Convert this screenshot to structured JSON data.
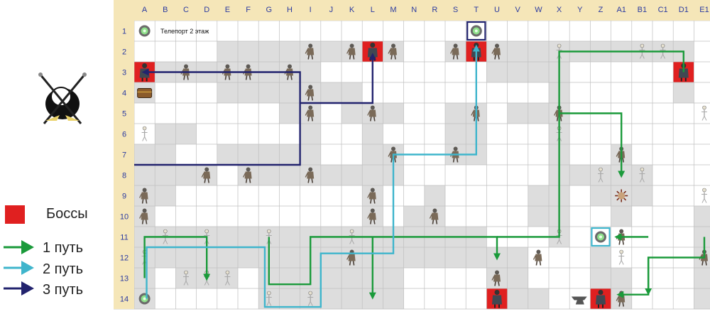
{
  "columns": [
    "A",
    "B",
    "C",
    "D",
    "E",
    "F",
    "G",
    "H",
    "I",
    "J",
    "K",
    "L",
    "M",
    "N",
    "R",
    "S",
    "T",
    "U",
    "V",
    "W",
    "X",
    "Y",
    "Z",
    "A1",
    "B1",
    "C1",
    "D1",
    "E1"
  ],
  "rows": [
    "1",
    "2",
    "3",
    "4",
    "5",
    "6",
    "7",
    "8",
    "9",
    "10",
    "11",
    "12",
    "13",
    "14"
  ],
  "teleport_note": "Телепорт 2 этаж",
  "legend": {
    "items": [
      {
        "label": "Боссы",
        "color": "#e02020",
        "kind": "box"
      },
      {
        "label": "1 путь",
        "color": "#1a9a3a",
        "kind": "arrow"
      },
      {
        "label": "2 путь",
        "color": "#3fb5cc",
        "kind": "arrow"
      },
      {
        "label": "3 путь",
        "color": "#22236e",
        "kind": "arrow"
      }
    ]
  },
  "colors": {
    "header_bg": "#f5e6b8",
    "cell_gray": "#dddddd",
    "grid_line": "#bfbfbf",
    "boss_red": "#e02020",
    "path1": "#1a9a3a",
    "path2": "#3fb5cc",
    "path3": "#22236e"
  },
  "icons": {
    "logo": "crossed-swords-emblem-icon",
    "skeleton": "skeleton-icon",
    "zombie": "zombie-icon",
    "teleport": "teleport-portal-icon",
    "chest": "treasure-chest-icon",
    "boss": "boss-icon",
    "anvil": "anvil-icon",
    "medusa": "medusa-icon"
  },
  "gray_cells": [
    "B6",
    "C6",
    "A7",
    "B7",
    "E7",
    "F7",
    "G7",
    "H7",
    "A8",
    "B8",
    "I8",
    "J8",
    "K8",
    "E2",
    "F2",
    "G2",
    "H2",
    "I2",
    "J2",
    "K2",
    "L2",
    "M2",
    "S2",
    "T2",
    "U2",
    "V2",
    "W2",
    "X2",
    "Y2",
    "Z2",
    "A1-2",
    "B1-2",
    "C1-2",
    "D1-2",
    "A3",
    "B3",
    "C3",
    "D3",
    "E3",
    "F3",
    "G3",
    "H3",
    "A4",
    "E4",
    "F4",
    "G4",
    "H4",
    "K5",
    "L5",
    "M5",
    "S5",
    "T5",
    "V5",
    "W5",
    "X5",
    "S6",
    "T6",
    "S7",
    "T7",
    "L6",
    "L7",
    "L8",
    "L9",
    "L10",
    "L11",
    "L12",
    "L13",
    "L14",
    "M8",
    "M7",
    "U3",
    "V3",
    "W3",
    "X3",
    "X4",
    "X6",
    "X7",
    "X8",
    "X9",
    "X10",
    "X11",
    "W9",
    "W10",
    "A9",
    "A10",
    "A11",
    "A12",
    "A13",
    "A14",
    "B8",
    "B9",
    "C8",
    "D8",
    "F8",
    "G8",
    "H8",
    "I3",
    "I4",
    "I5",
    "I6",
    "I7",
    "H5",
    "J4",
    "K4",
    "B11",
    "C11",
    "D11",
    "E11",
    "F11",
    "G11",
    "H11",
    "I11",
    "J11",
    "K11",
    "L11",
    "M11",
    "N11",
    "R11",
    "S11",
    "T11",
    "B12",
    "C12",
    "D12",
    "E12",
    "F12",
    "G12",
    "H12",
    "I12",
    "J12",
    "K12",
    "L12",
    "M12",
    "N12",
    "R12",
    "S12",
    "T12",
    "U12",
    "V12",
    "C13",
    "D13",
    "E13",
    "U13",
    "V13",
    "U14",
    "V14",
    "W14",
    "G13",
    "G14",
    "H13",
    "H14",
    "I13",
    "I14",
    "J13",
    "J14",
    "K13",
    "K14",
    "M13",
    "M14",
    "R9",
    "R10",
    "N10",
    "Z12",
    "Z13",
    "Z14",
    "A1-13",
    "A1-14",
    "E1-10",
    "E1-11",
    "E1-12",
    "E1-13",
    "E1-14",
    "D1-3",
    "D1-4",
    "A1-7",
    "A1-8",
    "A1-9",
    "A1-10",
    "B1-8",
    "B1-9",
    "Z8",
    "Z9",
    "Y8"
  ],
  "boss_cells": [
    "A3",
    "L2",
    "T2",
    "D1-3",
    "U14",
    "Z14"
  ],
  "monsters": [
    {
      "cell": "T1",
      "type": "teleport"
    },
    {
      "cell": "A1",
      "type": "teleport"
    },
    {
      "cell": "A14",
      "type": "teleport"
    },
    {
      "cell": "Z11",
      "type": "teleport"
    },
    {
      "cell": "A3",
      "type": "boss"
    },
    {
      "cell": "L2",
      "type": "boss"
    },
    {
      "cell": "T2",
      "type": "boss"
    },
    {
      "cell": "D1-3",
      "type": "boss"
    },
    {
      "cell": "U14",
      "type": "boss"
    },
    {
      "cell": "Z14",
      "type": "boss"
    },
    {
      "cell": "A4",
      "type": "chest"
    },
    {
      "cell": "Y14",
      "type": "anvil"
    },
    {
      "cell": "A1-9",
      "type": "medusa"
    },
    {
      "cell": "C3",
      "type": "zombie"
    },
    {
      "cell": "E3",
      "type": "zombie"
    },
    {
      "cell": "F3",
      "type": "zombie"
    },
    {
      "cell": "H3",
      "type": "zombie"
    },
    {
      "cell": "I4",
      "type": "zombie"
    },
    {
      "cell": "I2",
      "type": "zombie"
    },
    {
      "cell": "K2",
      "type": "zombie"
    },
    {
      "cell": "M2",
      "type": "zombie"
    },
    {
      "cell": "S2",
      "type": "zombie"
    },
    {
      "cell": "U2",
      "type": "zombie"
    },
    {
      "cell": "I5",
      "type": "zombie"
    },
    {
      "cell": "L5",
      "type": "zombie"
    },
    {
      "cell": "T5",
      "type": "zombie"
    },
    {
      "cell": "M7",
      "type": "zombie"
    },
    {
      "cell": "S7",
      "type": "zombie"
    },
    {
      "cell": "D8",
      "type": "zombie"
    },
    {
      "cell": "F8",
      "type": "zombie"
    },
    {
      "cell": "I8",
      "type": "zombie"
    },
    {
      "cell": "A9",
      "type": "zombie"
    },
    {
      "cell": "A10",
      "type": "zombie"
    },
    {
      "cell": "L9",
      "type": "zombie"
    },
    {
      "cell": "L10",
      "type": "zombie"
    },
    {
      "cell": "R10",
      "type": "zombie"
    },
    {
      "cell": "X5",
      "type": "zombie"
    },
    {
      "cell": "A1-7",
      "type": "zombie"
    },
    {
      "cell": "A1-11",
      "type": "zombie"
    },
    {
      "cell": "A1-14",
      "type": "zombie"
    },
    {
      "cell": "E1-12",
      "type": "zombie"
    },
    {
      "cell": "U13",
      "type": "zombie"
    },
    {
      "cell": "W12",
      "type": "zombie"
    },
    {
      "cell": "K12",
      "type": "zombie"
    },
    {
      "cell": "A6",
      "type": "skeleton"
    },
    {
      "cell": "B11",
      "type": "skeleton"
    },
    {
      "cell": "D11",
      "type": "skeleton"
    },
    {
      "cell": "G11",
      "type": "skeleton"
    },
    {
      "cell": "A12",
      "type": "skeleton"
    },
    {
      "cell": "C13",
      "type": "skeleton"
    },
    {
      "cell": "D13",
      "type": "skeleton"
    },
    {
      "cell": "E13",
      "type": "skeleton"
    },
    {
      "cell": "G14",
      "type": "skeleton"
    },
    {
      "cell": "I14",
      "type": "skeleton"
    },
    {
      "cell": "K11",
      "type": "skeleton"
    },
    {
      "cell": "X2",
      "type": "skeleton"
    },
    {
      "cell": "B1-2",
      "type": "skeleton"
    },
    {
      "cell": "C1-2",
      "type": "skeleton"
    },
    {
      "cell": "X6",
      "type": "skeleton"
    },
    {
      "cell": "X11",
      "type": "skeleton"
    },
    {
      "cell": "Z8",
      "type": "skeleton"
    },
    {
      "cell": "B1-8",
      "type": "skeleton"
    },
    {
      "cell": "E1-5",
      "type": "skeleton"
    },
    {
      "cell": "E1-9",
      "type": "skeleton"
    },
    {
      "cell": "A1-12",
      "type": "skeleton"
    }
  ],
  "paths": [
    {
      "name": "path1",
      "color_key": "path1",
      "segments": [
        {
          "pts": [
            [
              0.5,
              12.5
            ],
            [
              0.5,
              10.5
            ],
            [
              3.5,
              10.5
            ],
            [
              3.5,
              12.5
            ]
          ],
          "arrow": true
        },
        {
          "pts": [
            [
              6.5,
              10.5
            ],
            [
              6.5,
              12.8
            ],
            [
              8.5,
              12.8
            ],
            [
              8.5,
              10.5
            ],
            [
              17.5,
              10.5
            ],
            [
              17.5,
              11.5
            ]
          ],
          "arrow": true
        },
        {
          "pts": [
            [
              11.5,
              10.5
            ],
            [
              11.5,
              13.4
            ]
          ],
          "arrow": true
        },
        {
          "pts": [
            [
              17.5,
              10.5
            ],
            [
              20.5,
              10.5
            ],
            [
              20.5,
              1.5
            ],
            [
              26.5,
              1.5
            ],
            [
              26.5,
              2.5
            ]
          ],
          "arrow": false
        },
        {
          "pts": [
            [
              20.5,
              4.5
            ],
            [
              23.5,
              4.5
            ],
            [
              23.5,
              7.5
            ]
          ],
          "arrow": true
        },
        {
          "pts": [
            [
              27.5,
              10.5
            ],
            [
              27.5,
              11.5
            ],
            [
              24.8,
              11.5
            ],
            [
              24.8,
              13.2
            ]
          ],
          "arrow": true
        },
        {
          "pts": [
            [
              24.8,
              11.5
            ],
            [
              24.8,
              13.3
            ],
            [
              23.4,
              13.3
            ]
          ],
          "arrow": true
        },
        {
          "pts": [
            [
              24.8,
              10.5
            ],
            [
              23.3,
              10.5
            ]
          ],
          "arrow": true
        }
      ]
    },
    {
      "name": "path2",
      "color_key": "path2",
      "segments": [
        {
          "pts": [
            [
              0.6,
              13.5
            ],
            [
              0.6,
              11.0
            ],
            [
              6.3,
              11.0
            ],
            [
              6.3,
              13.9
            ],
            [
              9.0,
              13.9
            ],
            [
              9.0,
              11.3
            ],
            [
              12.5,
              11.3
            ],
            [
              12.5,
              6.5
            ],
            [
              16.5,
              6.5
            ],
            [
              16.5,
              1.3
            ]
          ],
          "arrow": true
        }
      ]
    },
    {
      "name": "path3",
      "color_key": "path3",
      "segments": [
        {
          "pts": [
            [
              0.0,
              7.0
            ],
            [
              8.0,
              7.0
            ],
            [
              8.0,
              2.5
            ],
            [
              0.5,
              2.5
            ]
          ],
          "arrow": true
        },
        {
          "pts": [
            [
              8.0,
              4.0
            ],
            [
              11.5,
              4.0
            ],
            [
              11.5,
              1.7
            ]
          ],
          "arrow": true
        }
      ]
    }
  ]
}
